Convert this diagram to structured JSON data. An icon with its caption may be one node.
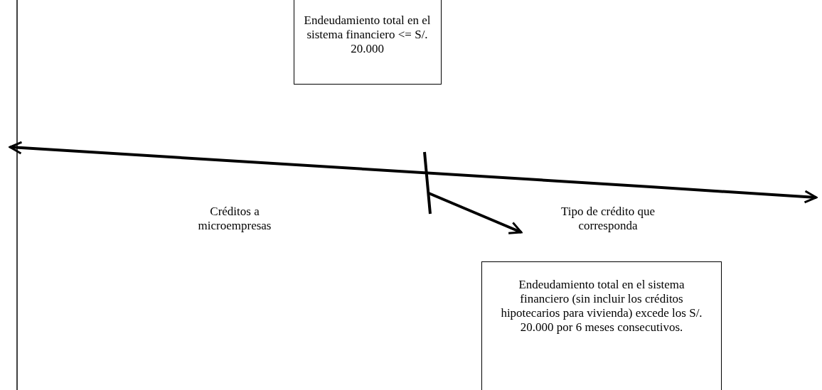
{
  "diagram": {
    "nodes": [
      {
        "text": [
          "Endeudamiento total en el sistema financiero <= S/. 20.000"
        ]
      },
      {
        "text": [
          "Endeudamiento total en el sistema financiero (sin incluir los créditos hipotecarios para vivienda) excede los S/. 20.000 por 6 meses consecutivos."
        ]
      }
    ],
    "labels": [
      "Créditos a microempresas",
      "Tipo de crédito que corresponda"
    ]
  }
}
